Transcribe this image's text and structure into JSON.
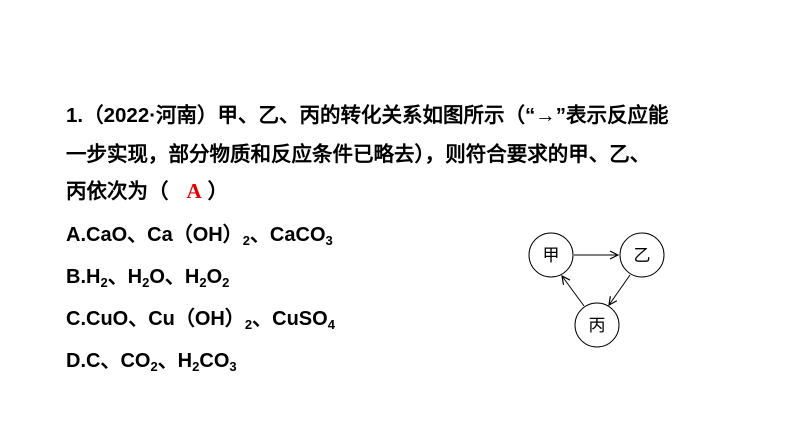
{
  "question": {
    "line1_prefix": "1.",
    "line1_body": "（2022·河南）甲、乙、丙的转化关系如图所示（“→”表示反应能",
    "line2": "一步实现，部分物质和反应条件已略去），则符合要求的甲、乙、",
    "line3_prefix": "丙依次为（",
    "answer": "A",
    "line3_suffix": "）"
  },
  "options": {
    "A": [
      "A.CaO、Ca（OH）",
      "2",
      "、CaCO",
      "3"
    ],
    "B": [
      "B.H",
      "2",
      "、H",
      "2",
      "O、H",
      "2",
      "O",
      "2"
    ],
    "C": [
      "C.CuO、Cu（OH）",
      "2",
      "、CuSO",
      "4"
    ],
    "D": [
      "D.C、CO",
      "2",
      "、H",
      "2",
      "CO",
      "3"
    ]
  },
  "diagram": {
    "node_jia": "甲",
    "node_yi": "乙",
    "node_bing": "丙"
  }
}
